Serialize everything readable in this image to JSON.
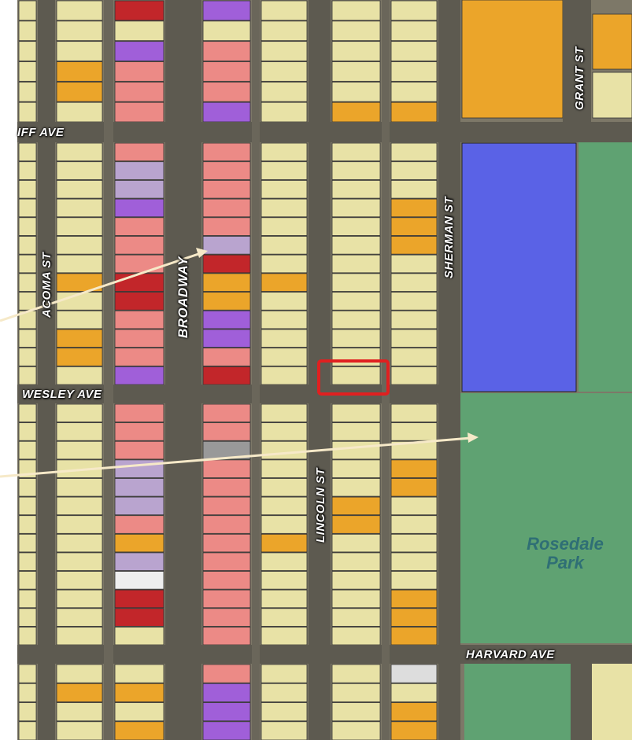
{
  "map": {
    "streets": {
      "iff": "IFF AVE",
      "wesley": "WESLEY AVE",
      "harvard": "HARVARD AVE",
      "acoma": "ACOMA ST",
      "broadway": "BROADWAY",
      "lincoln": "LINCOLN ST",
      "sherman": "SHERMAN ST",
      "grant": "GRANT ST"
    },
    "park_name_line1": "Rosedale",
    "park_name_line2": "Park",
    "colors": {
      "residential_yellow": "#e8e2a6",
      "commercial_red": "#ec8a86",
      "dark_red": "#c2262a",
      "orange": "#eba52a",
      "purple": "#a05fd9",
      "lavender": "#b9a4cf",
      "blue": "#5a62e6",
      "park_green": "#5fa272",
      "street": "#5d5a50",
      "highlight": "#e02020",
      "arrow": "#f6e9c8"
    }
  }
}
